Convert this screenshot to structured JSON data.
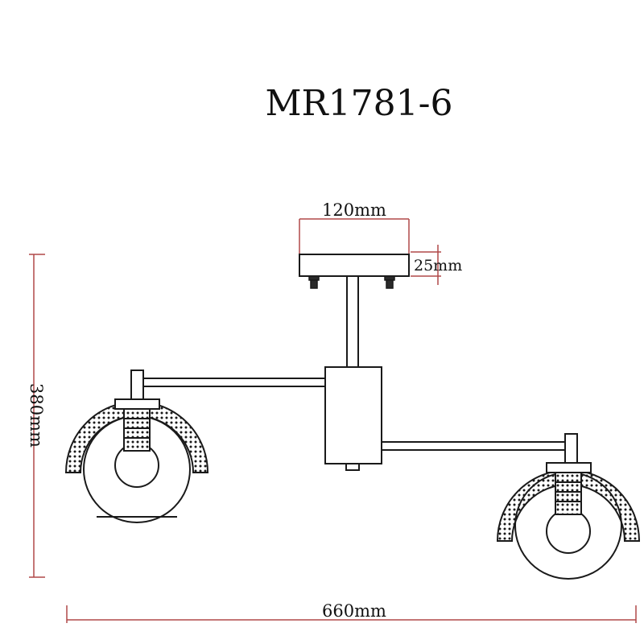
{
  "title": "MR1781-6",
  "dimensions": {
    "canopy_width": "120mm",
    "canopy_height": "25mm",
    "total_height": "380mm",
    "total_width": "660mm"
  },
  "colors": {
    "ink": "#1a1a1a",
    "dimension_lines": "#b04848",
    "background": "#ffffff"
  }
}
